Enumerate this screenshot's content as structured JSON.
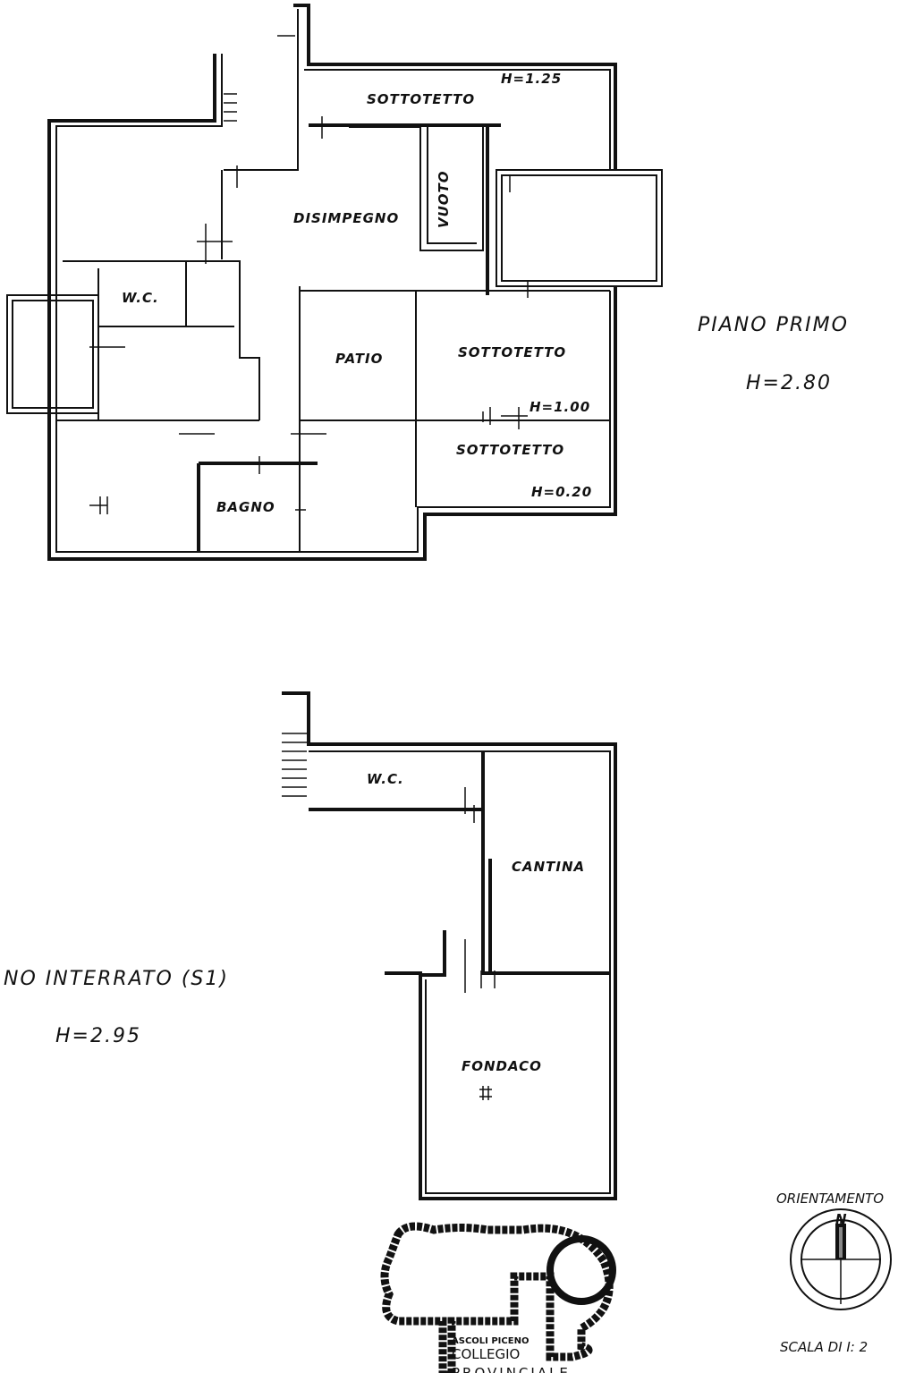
{
  "piano_primo": {
    "title": "PIANO PRIMO",
    "height": "H=2.80",
    "rooms": {
      "sottotetto_top": "SOTTOTETTO",
      "sottotetto_top_h": "H=1.25",
      "disimpegno": "DISIMPEGNO",
      "vuoto": "VUOTO",
      "wc": "W.C.",
      "patio": "PATIO",
      "sottotetto_mid": "SOTTOTETTO",
      "sottotetto_mid_h": "H=1.00",
      "sottotetto_low": "SOTTOTETTO",
      "sottotetto_low_h": "H=0.20",
      "bagno": "BAGNO"
    }
  },
  "piano_interrato": {
    "title": "NO INTERRATO (S1)",
    "height": "H=2.95",
    "rooms": {
      "wc": "W.C.",
      "cantina": "CANTINA",
      "fondaco": "FONDACO"
    }
  },
  "orientation": {
    "label": "ORIENTAMENTO",
    "north": "N"
  },
  "scale": "SCALA DI I: 2",
  "logo": {
    "line1": "ASCOLI PICENO",
    "line2": "COLLEGIO",
    "line3": "PROVINCIALE"
  }
}
